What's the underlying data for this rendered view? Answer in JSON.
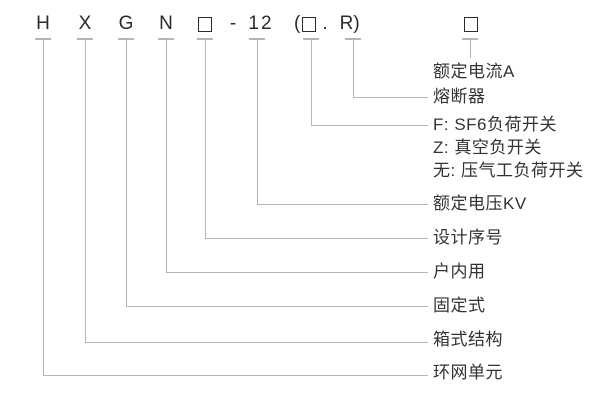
{
  "code": {
    "h": "H",
    "x": "X",
    "g": "G",
    "n": "N",
    "hyphen": "-",
    "voltage": "12",
    "paren_open": "(",
    "dot": ".",
    "r": "R",
    "paren_close": ")",
    "box_glyph": "□"
  },
  "labels": {
    "rated_current": "额定电流A",
    "fuse": "熔断器",
    "f_option": "F: SF6负荷开关",
    "z_option": "Z: 真空负开关",
    "none_option": "无: 压气工负荷开关",
    "rated_voltage": "额定电压KV",
    "design_serial": "设计序号",
    "indoor": "户内用",
    "fixed": "固定式",
    "box_structure": "箱式结构",
    "ring_unit": "环网单元"
  },
  "colors": {
    "text": "#2b2b2b",
    "label_text": "#333333",
    "leader_line": "#b5b5b5",
    "background": "#ffffff"
  }
}
